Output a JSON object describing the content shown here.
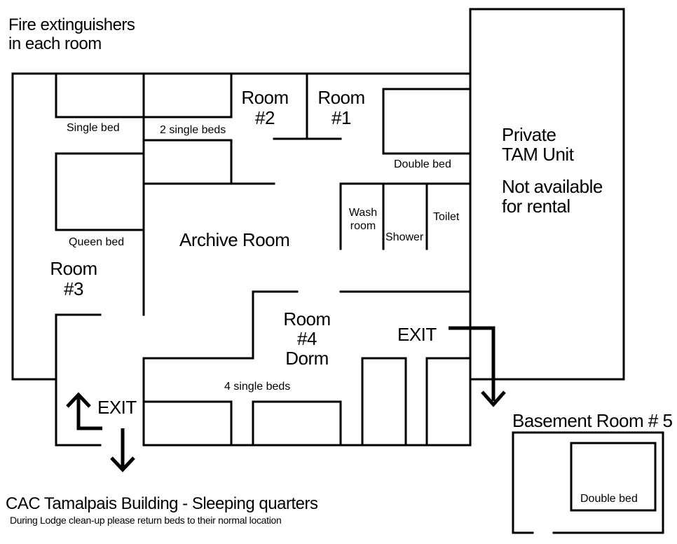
{
  "notes": {
    "fire_line1": "Fire extinguishers",
    "fire_line2": "in each room"
  },
  "rooms": {
    "room1_line1": "Room",
    "room1_line2": "#1",
    "room2_line1": "Room",
    "room2_line2": "#2",
    "room3_line1": "Room",
    "room3_line2": "#3",
    "room4_line1": "Room",
    "room4_line2": "#4",
    "room4_line3": "Dorm",
    "archive": "Archive Room",
    "private_line1": "Private",
    "private_line2": "TAM Unit",
    "private_line3": "Not available",
    "private_line4": "for rental",
    "basement": "Basement Room # 5"
  },
  "fixtures": {
    "single_bed": "Single bed",
    "two_single_beds": "2 single beds",
    "double_bed": "Double bed",
    "queen_bed": "Queen bed",
    "wash_line1": "Wash",
    "wash_line2": "room",
    "shower": "Shower",
    "toilet": "Toilet",
    "four_single_beds": "4 single beds",
    "basement_double_bed": "Double bed"
  },
  "exits": {
    "exit_right": "EXIT",
    "exit_left": "EXIT"
  },
  "footer": {
    "title": "CAC Tamalpais Building - Sleeping quarters",
    "subtitle": "During Lodge clean-up please return beds to their normal location"
  }
}
